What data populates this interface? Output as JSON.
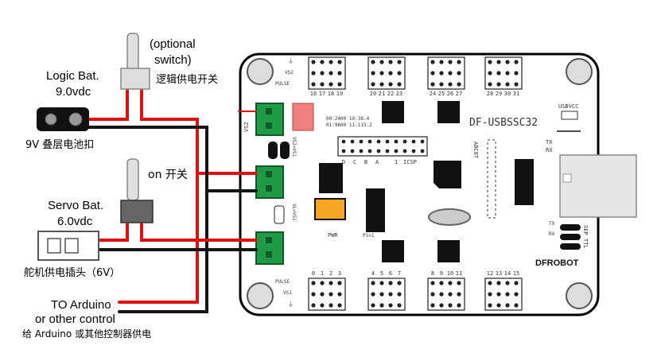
{
  "labels": {
    "optional_switch_line1": "(optional",
    "optional_switch_line2": "switch)",
    "logic_switch_cn": "逻辑供电开关",
    "logic_bat_line1": "Logic Bat.",
    "logic_bat_line2": "9.0vdc",
    "battery_clip_cn": "9V 叠层电池扣",
    "on_switch": "on 开关",
    "servo_bat_line1": "Servo Bat.",
    "servo_bat_line2": "6.0vdc",
    "servo_plug_cn": "舵机供电插头（6V）",
    "to_arduino_line1": "TO Arduino",
    "to_arduino_line2": "or other control",
    "arduino_power_cn": "给 Arduino 或其他控制器供电"
  },
  "board": {
    "name": "DF-USBSSC32",
    "logo": "DFROBOT",
    "usbvcc": "USBVCC",
    "tx": "TX",
    "rx": "RX",
    "sep_ttl": "SEP TTL",
    "abc8t": "ABC8T",
    "icsp": "ICSP",
    "pwr": "PWR",
    "pin1": "Pin1",
    "vs2": "VS2",
    "vs2_vs1": "VS2=VS1",
    "vl_vs1": "VL=VS1",
    "baud_1": "00:2400 10:38.4",
    "baud_2": "01:9600 11:115.2",
    "jumper_letters": [
      "D",
      "C",
      "B",
      "A",
      "1"
    ],
    "row_labels_top": [
      "⏚",
      "VS2",
      "PULSE"
    ],
    "row_labels_bottom": [
      "PULSE",
      "VS1",
      "⏚"
    ],
    "top_pins": [
      "16",
      "17",
      "18",
      "19",
      "20",
      "21",
      "22",
      "23",
      "24",
      "25",
      "26",
      "27",
      "28",
      "29",
      "30",
      "31"
    ],
    "bottom_pins": [
      "0",
      "1",
      "2",
      "3",
      "4",
      "5",
      "6",
      "7",
      "8",
      "9",
      "10",
      "11",
      "12",
      "13",
      "14",
      "15"
    ]
  },
  "colors": {
    "red_wire": "#e01010",
    "black_wire": "#151515",
    "terminal_green": "#1f9a45",
    "board_outline": "#000000"
  }
}
